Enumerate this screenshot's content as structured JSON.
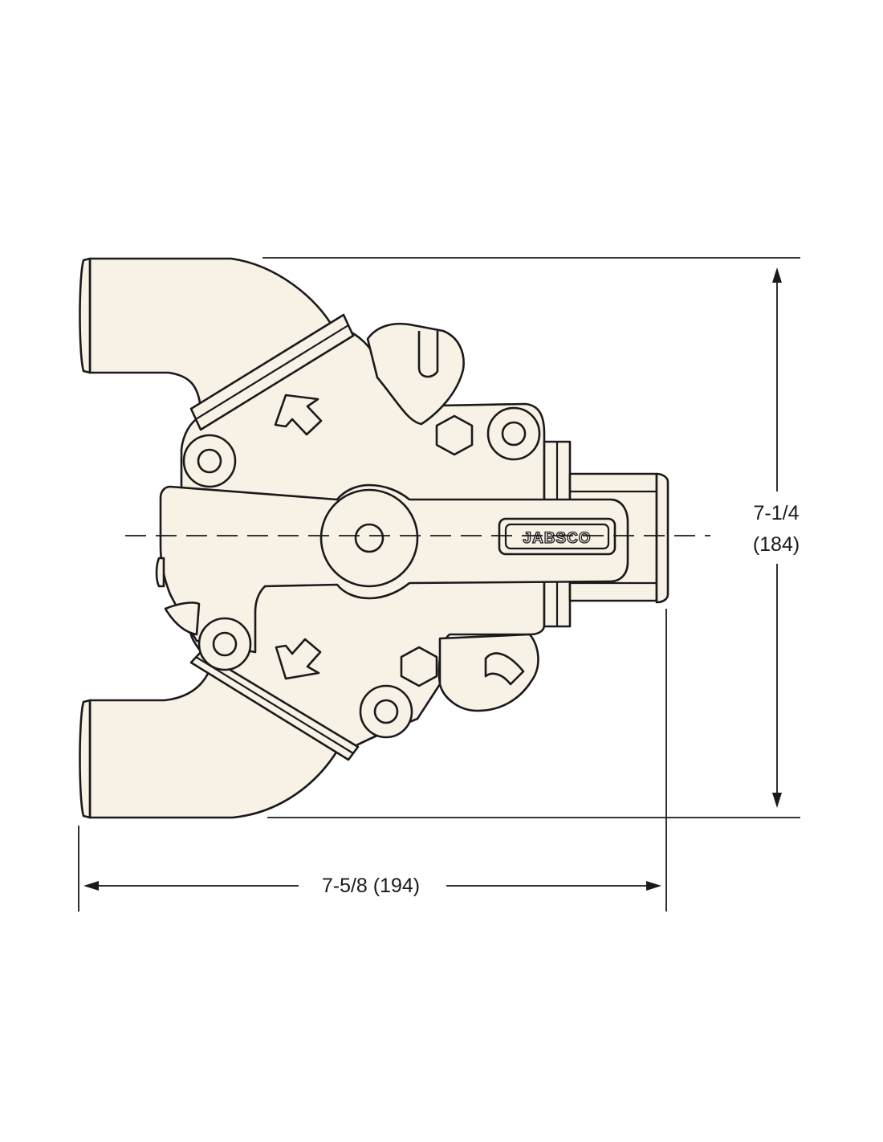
{
  "dimensions": {
    "width_label": "7-5/8 (194)",
    "height_label_line1": "7-1/4",
    "height_label_line2": "(184)"
  },
  "brand": {
    "logo_text": "JABSCO"
  },
  "colors": {
    "line": "#1a1a1a",
    "body_fill": "#f7f1e6",
    "background": "#ffffff"
  }
}
